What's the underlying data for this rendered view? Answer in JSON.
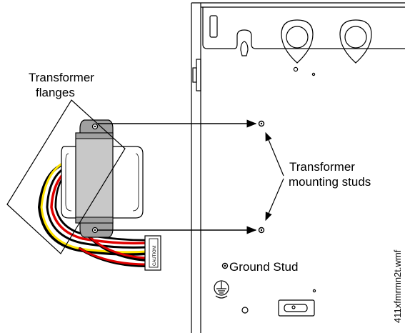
{
  "labels": {
    "flanges_line1": "Transformer",
    "flanges_line2": "flanges",
    "studs_line1": "Transformer",
    "studs_line2": "mounting studs",
    "ground_stud": "Ground Stud",
    "caution": "CAUTION!",
    "file_name": "411xfmrmn2t.wmf"
  },
  "colors": {
    "line": "#000000",
    "wire_yellow": "#ffe400",
    "wire_red": "#e00000",
    "wire_black": "#000000",
    "wire_white": "#ffffff",
    "transformer_fill": "#c8c8c8",
    "transformer_shadow": "#a0a0a0"
  }
}
